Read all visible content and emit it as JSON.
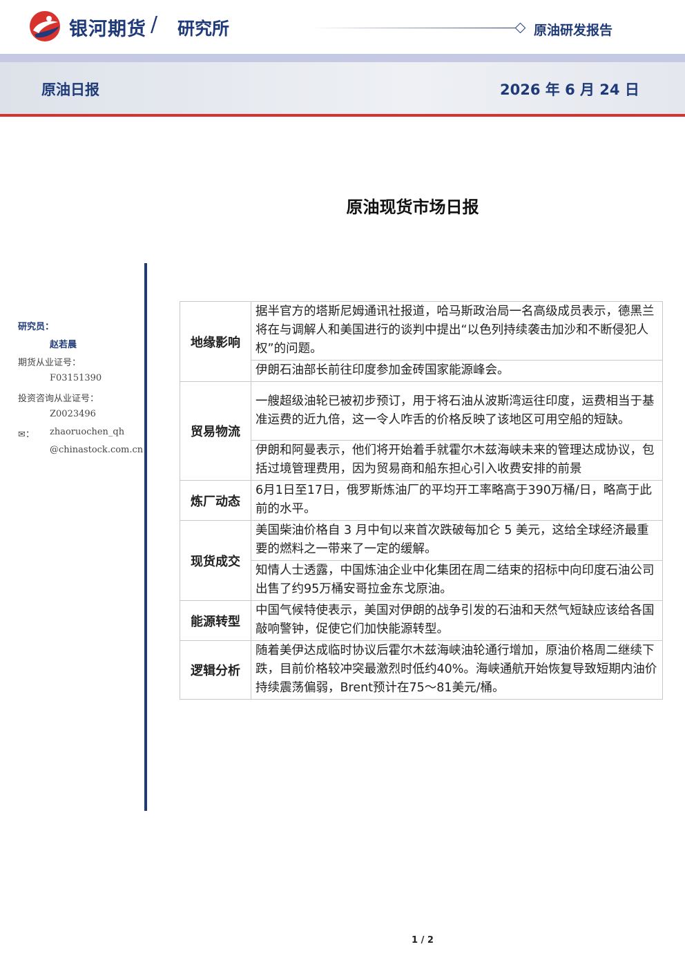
{
  "header": {
    "brand": "银河期货",
    "slash": "/",
    "institute": "研究所",
    "report_type": "原油研发报告",
    "daily_title": "原油日报",
    "date": "2026 年 6 月 24 日"
  },
  "title": "原油现货市场日报",
  "sidebar": {
    "researcher_label": "研究员：",
    "researcher_name": "赵若晨",
    "futures_cert_label": "期货从业证号：",
    "futures_cert_value": "F03151390",
    "consult_cert_label": "投资咨询从业证号：",
    "consult_cert_value": "Z0023496",
    "email_label": "✉：",
    "email_line1": "zhaoruochen_qh",
    "email_line2": "@chinastock.com.cn"
  },
  "sections": [
    {
      "category": "地缘影响",
      "items": [
        "据半官方的塔斯尼姆通讯社报道，哈马斯政治局一名高级成员表示，德黑兰将在与调解人和美国进行的谈判中提出“以色列持续袭击加沙和不断侵犯人权”的问题。",
        "伊朗石油部长前往印度参加金砖国家能源峰会。"
      ]
    },
    {
      "category": "贸易物流",
      "items": [
        "一艘超级油轮已被初步预订，用于将石油从波斯湾运往印度，运费相当于基准运费的近九倍，这一令人咋舌的价格反映了该地区可用空船的短缺。",
        "伊朗和阿曼表示，他们将开始着手就霍尔木兹海峡未来的管理达成协议，包括过境管理费用，因为贸易商和船东担心引入收费安排的前景"
      ]
    },
    {
      "category": "炼厂动态",
      "items": [
        "6月1日至17日，俄罗斯炼油厂的平均开工率略高于390万桶/日，略高于此前的水平。"
      ]
    },
    {
      "category": "现货成交",
      "items": [
        "美国柴油价格自 3 月中旬以来首次跌破每加仑 5 美元，这给全球经济最重要的燃料之一带来了一定的缓解。",
        "知情人士透露，中国炼油企业中化集团在周二结束的招标中向印度石油公司出售了约95万桶安哥拉金东戈原油。"
      ]
    },
    {
      "category": "能源转型",
      "items": [
        "中国气候特使表示，美国对伊朗的战争引发的石油和天然气短缺应该给各国敲响警钟，促使它们加快能源转型。"
      ]
    },
    {
      "category": "逻辑分析",
      "items": [
        "随着美伊达成临时协议后霍尔木兹海峡油轮通行增加，原油价格周二继续下跌，目前价格较冲突最激烈时低约40%。海峡通航开始恢复导致短期内油价持续震荡偏弱，Brent预计在75～81美元/桶。"
      ]
    }
  ],
  "page_number": "1 / 2",
  "colors": {
    "brand_blue": "#1f3a79",
    "accent_red": "#d8322f",
    "band_lilac": "#c5c9e4"
  }
}
